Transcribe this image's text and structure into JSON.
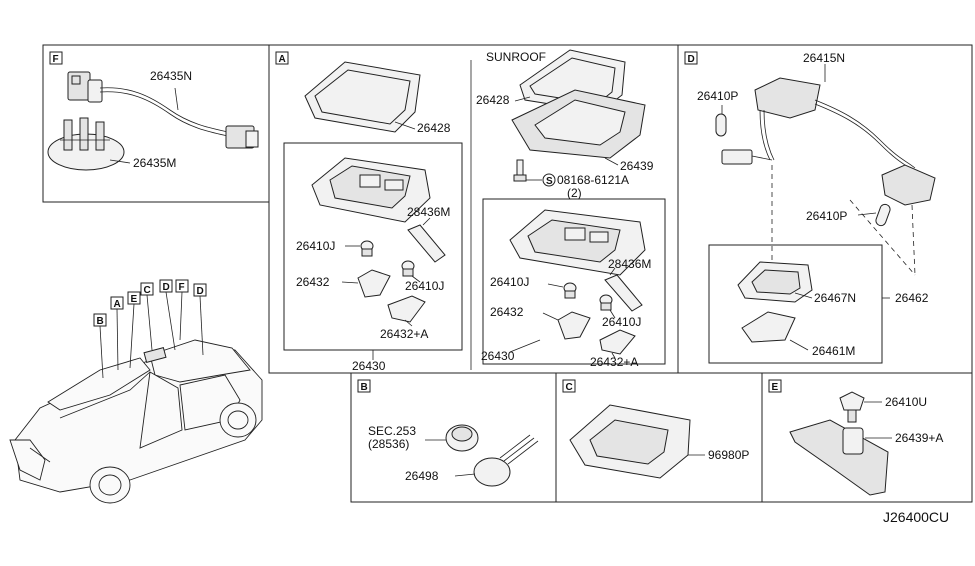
{
  "diagram_id": "J26400CU",
  "sections": {
    "F": {
      "tag": "F",
      "parts": [
        "26435N",
        "26435M"
      ]
    },
    "A": {
      "tag": "A",
      "parts": [
        "26428",
        "28436M",
        "26410J",
        "26410J",
        "26432",
        "26432+A",
        "26430"
      ]
    },
    "sunroof": {
      "title": "SUNROOF",
      "parts": [
        "26428",
        "26439",
        "08168-6121A",
        "(2)",
        "26410J",
        "28436M",
        "26432",
        "26410J",
        "26430",
        "26432+A"
      ]
    },
    "D": {
      "tag": "D",
      "parts": [
        "26415N",
        "26410P",
        "26410P",
        "26467N",
        "26462",
        "26461M"
      ]
    },
    "B": {
      "tag": "B",
      "sec_line1": "SEC.253",
      "sec_line2": "(28536)",
      "parts": [
        "26498"
      ]
    },
    "C": {
      "tag": "C",
      "parts": [
        "96980P"
      ]
    },
    "E": {
      "tag": "E",
      "parts": [
        "26410U",
        "26439+A"
      ]
    }
  },
  "car_callouts": [
    "B",
    "A",
    "E",
    "C",
    "D",
    "F",
    "D"
  ],
  "screw_symbol": "S"
}
